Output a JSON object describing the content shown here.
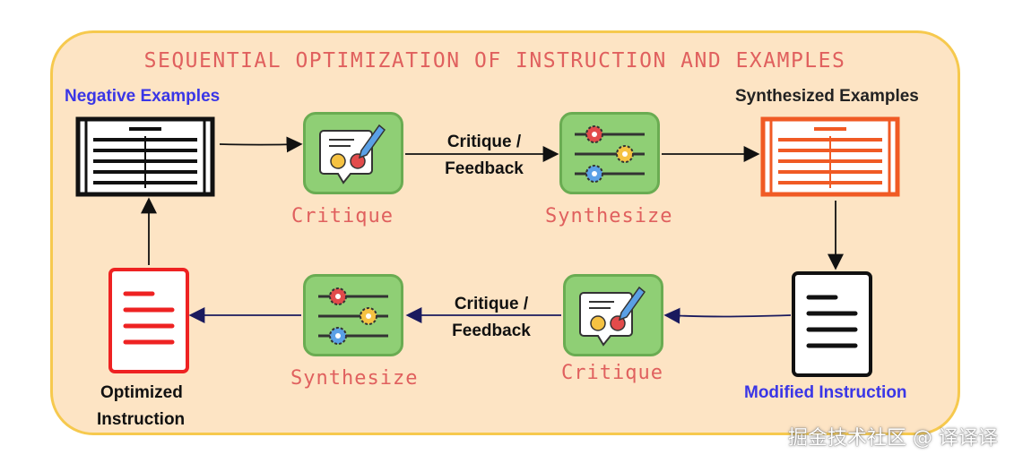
{
  "title": "SEQUENTIAL OPTIMIZATION OF INSTRUCTION AND EXAMPLES",
  "nodes": {
    "negative_examples": "Negative Examples",
    "synthesized_examples": "Synthesized Examples",
    "modified_instruction": "Modified Instruction",
    "optimized_instruction_line1": "Optimized",
    "optimized_instruction_line2": "Instruction"
  },
  "steps": {
    "critique_top": "Critique",
    "synthesize_top": "Synthesize",
    "critique_bottom": "Critique",
    "synthesize_bottom": "Synthesize"
  },
  "edges": {
    "top_line1": "Critique /",
    "top_line2": "Feedback",
    "bottom_line1": "Critique /",
    "bottom_line2": "Feedback"
  },
  "watermark": "掘金技术社区 @ 译译译",
  "colors": {
    "panel": "#fde4c4",
    "panel_border": "#f6c94e",
    "accent_red": "#e0605e",
    "blue_label": "#3a36e6",
    "orange_doc": "#f05a24",
    "red_doc": "#ee2222",
    "tile_green": "#8fcf75"
  }
}
